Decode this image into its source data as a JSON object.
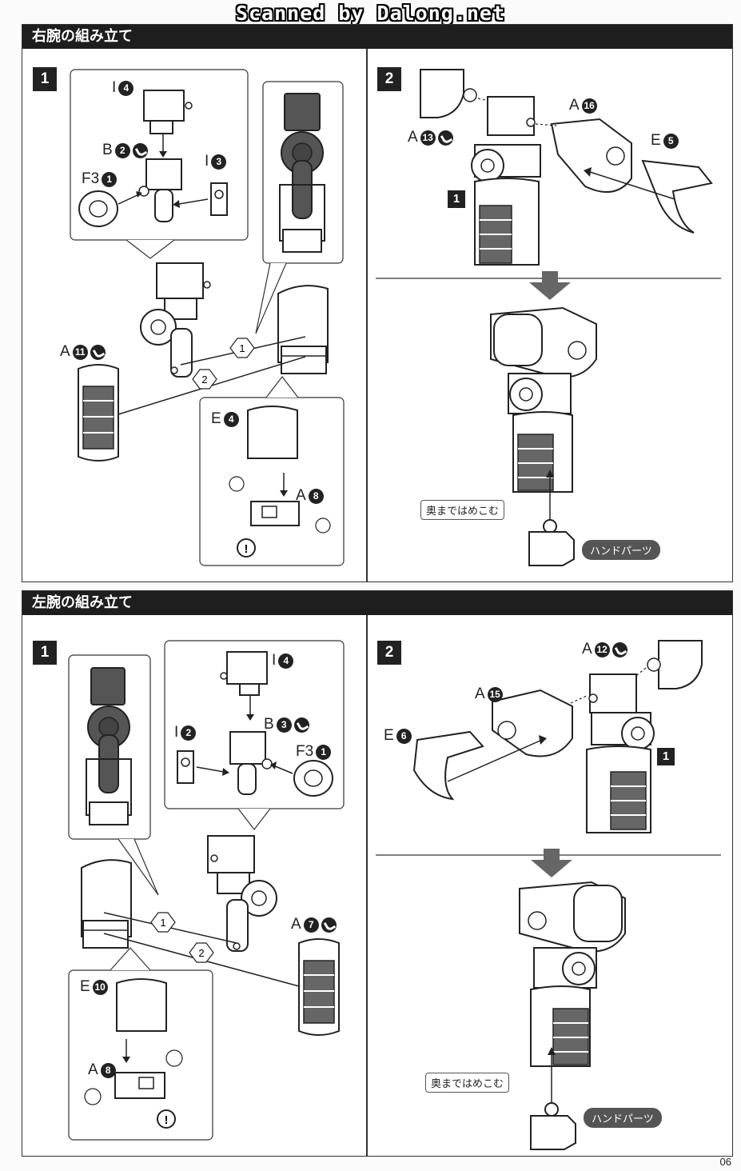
{
  "watermark": "Scanned by Dalong.net",
  "page_number": "06",
  "sections": [
    {
      "title": "右腕の組み立て",
      "step1": {
        "number": "1",
        "labels": {
          "i4": {
            "letter": "I",
            "num": "4"
          },
          "b2": {
            "letter": "B",
            "num": "2"
          },
          "i3": {
            "letter": "I",
            "num": "3"
          },
          "f31": {
            "letter": "F3",
            "num": "1"
          },
          "a11": {
            "letter": "A",
            "num": "11"
          },
          "e4": {
            "letter": "E",
            "num": "4"
          },
          "a8": {
            "letter": "A",
            "num": "8"
          }
        },
        "route1": "1",
        "route2": "2"
      },
      "step2": {
        "number": "2",
        "labels": {
          "a16": {
            "letter": "A",
            "num": "16"
          },
          "a13": {
            "letter": "A",
            "num": "13"
          },
          "e5": {
            "letter": "E",
            "num": "5"
          }
        },
        "ref": "1",
        "callout": "奥まではめこむ",
        "hand_tag": "ハンドパーツ"
      }
    },
    {
      "title": "左腕の組み立て",
      "step1": {
        "number": "1",
        "labels": {
          "i4": {
            "letter": "I",
            "num": "4"
          },
          "b3": {
            "letter": "B",
            "num": "3"
          },
          "i2": {
            "letter": "I",
            "num": "2"
          },
          "f31": {
            "letter": "F3",
            "num": "1"
          },
          "a7": {
            "letter": "A",
            "num": "7"
          },
          "e10": {
            "letter": "E",
            "num": "10"
          },
          "a8": {
            "letter": "A",
            "num": "8"
          }
        },
        "route1": "1",
        "route2": "2"
      },
      "step2": {
        "number": "2",
        "labels": {
          "a12": {
            "letter": "A",
            "num": "12"
          },
          "a15": {
            "letter": "A",
            "num": "15"
          },
          "e6": {
            "letter": "E",
            "num": "6"
          }
        },
        "ref": "1",
        "callout": "奥まではめこむ",
        "hand_tag": "ハンドパーツ"
      }
    }
  ]
}
